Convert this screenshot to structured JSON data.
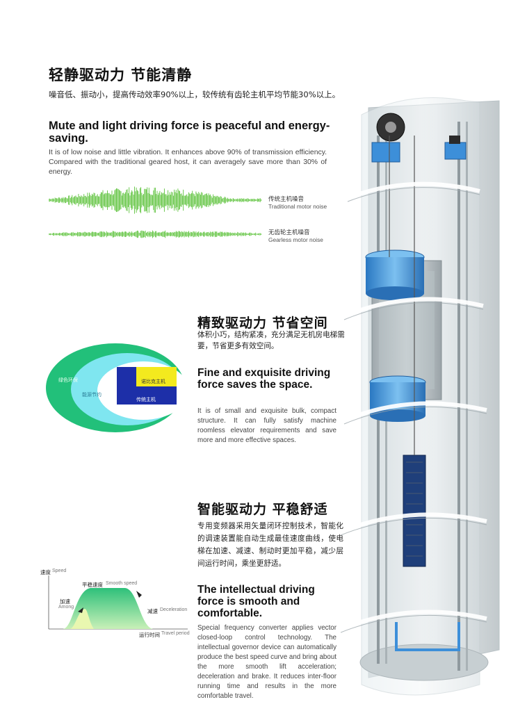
{
  "section1": {
    "title_cn": "轻静驱动力 节能清静",
    "subtitle_cn": "噪音低、振动小，提高传动效率90%以上，较传统有齿轮主机平均节能30%以上。",
    "title_en": "Mute and light driving force is peaceful and energy-saving.",
    "body_en": "It is of low noise and little vibration.  It enhances above 90% of transmission efficiency.  Compared with the traditional geared host, it can averagely save more than 30% of energy.",
    "wave_traditional": {
      "label_cn": "传统主机噪音",
      "label_en": "Traditional motor noise"
    },
    "wave_gearless": {
      "label_cn": "无齿轮主机噪音",
      "label_en": "Gearless motor noise"
    }
  },
  "section2": {
    "title_cn": "精致驱动力 节省空间",
    "body_cn": "体积小巧，结构紧凑，充分满足无机房电梯需要，节省更多有效空间。",
    "title_en": "Fine and exquisite driving force saves the space.",
    "body_en": "It is of small and exquisite bulk, compact structure.  It can fully satisfy machine roomless elevator requirements and save more and more effective spaces.",
    "diagram": {
      "outer_label": "绿色环保",
      "middle_label": "能源节约",
      "yellow_label": "诺比克主机",
      "blue_label": "传统主机"
    }
  },
  "section3": {
    "title_cn": "智能驱动力 平稳舒适",
    "body_cn": "专用变频器采用矢量闭环控制技术，智能化的调速装置能自动生成最佳速度曲线，使电梯在加速、减速、制动时更加平稳，减少层间运行时间，乘坐更舒适。",
    "title_en": "The intellectual driving force is smooth and comfortable.",
    "body_en": "Special frequency converter applies vector closed-loop control technology.  The intellectual governor device can automatically produce the best speed curve and bring about the more smooth lift acceleration; deceleration and brake.  It reduces inter-floor running time and results in the more comfortable travel.",
    "speed_curve": {
      "y_cn": "速度",
      "y_en": "Speed",
      "smooth_cn": "平稳速度",
      "smooth_en": "Smooth speed",
      "accel_cn": "加速",
      "accel_en": "Among",
      "decel_cn": "减速",
      "decel_en": "Deceleration",
      "x_cn": "运行时间",
      "x_en": "Travel period"
    }
  },
  "colors": {
    "wave_green": "#5cc23a",
    "diagram_green": "#22c07a",
    "diagram_cyan": "#7fe6f0",
    "diagram_blue": "#1d2fa8",
    "diagram_yellow": "#f3ea1e",
    "elevator_blue": "#3d8fd9",
    "curve_green": "#2ec07a"
  }
}
